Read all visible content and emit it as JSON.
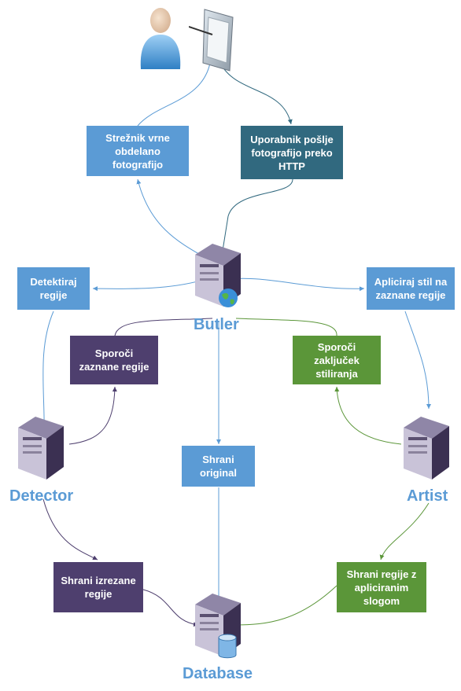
{
  "nodes": {
    "butler": "Butler",
    "detector": "Detector",
    "artist": "Artist",
    "database": "Database"
  },
  "boxes": {
    "streznik": "Strežnik vrne\nobdelano\nfotografijo",
    "uporabnik": "Uporabnik pošlje\nfotografijo preko\nHTTP",
    "detektiraj": "Detektiraj\nregije",
    "apliciraj": "Apliciraj stil na\nzaznane regije",
    "sporoci_zaznane": "Sporoči\nzaznane regije",
    "sporoci_zakljucek": "Sporoči\nzaključek\nstiliranja",
    "shrani_original": "Shrani\noriginal",
    "shrani_izrezane": "Shrani izrezane\nregije",
    "shrani_apliciranim": "Shrani regije z\napliciranim\nslogom"
  },
  "colors": {
    "blue": "#5b9bd5",
    "teal": "#31697f",
    "purple": "#4e3f6e",
    "green": "#5b9639"
  },
  "icons": [
    "user-icon",
    "tablet-icon",
    "server-icon",
    "globe-icon",
    "database-cylinder-icon"
  ]
}
